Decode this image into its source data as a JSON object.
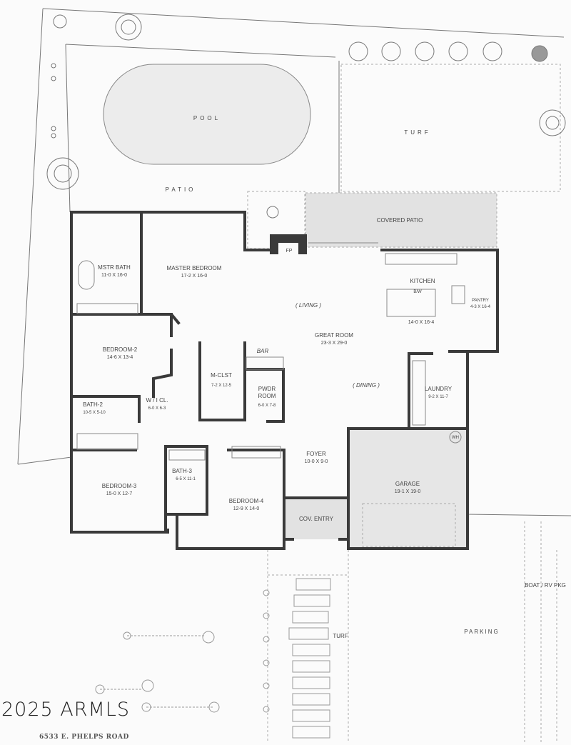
{
  "site": {
    "pool": "POOL",
    "turf_back": "TURF",
    "patio": "PATIO",
    "covered_patio": "COVERED PATIO",
    "turf_front": "TURF",
    "parking": "PARKING",
    "boat_rv": "BOAT / RV PKG"
  },
  "rooms": {
    "mstr_bath": {
      "name": "MSTR BATH",
      "dims": "11-0 X 16-0"
    },
    "master_bedroom": {
      "name": "MASTER BEDROOM",
      "dims": "17-2  X  16-0"
    },
    "bedroom2": {
      "name": "BEDROOM-2",
      "dims": "14-6  X  13-4"
    },
    "wic": {
      "name": "W / I CL.",
      "dims": "6-0 X 6-3"
    },
    "bath2": {
      "name": "BATH-2",
      "dims": "10-5 X 5-10"
    },
    "mclst": {
      "name": "M-CLST",
      "dims": "7-2 X 12-5"
    },
    "bar": "BAR",
    "pwdr": {
      "name1": "PWDR",
      "name2": "ROOM",
      "dims": "6-0 X 7-8"
    },
    "fp": "FP",
    "living": "( LIVING )",
    "dining": "( DINING )",
    "great_room": {
      "name": "GREAT ROOM",
      "dims": "23-3  X  29-0"
    },
    "kitchen": {
      "name": "KITCHEN",
      "dims": "14-0 X 16-4",
      "island": "B/W"
    },
    "pantry": {
      "name": "PANTRY",
      "dims": "4-3 X 16-4"
    },
    "laundry": {
      "name": "LAUNDRY",
      "dims": "9-2 X 11-7"
    },
    "wh": "WH",
    "foyer": {
      "name": "FOYER",
      "dims": "10-0 X 9-0"
    },
    "garage": {
      "name": "GARAGE",
      "dims": "19-1 X 19-0"
    },
    "bedroom3": {
      "name": "BEDROOM-3",
      "dims": "15-0  X  12-7"
    },
    "bath3": {
      "name": "BATH-3",
      "dims": "6-5 X 11-1"
    },
    "bedroom4": {
      "name": "BEDROOM-4",
      "dims": "12-9  X  14-0"
    },
    "cov_entry": "COV. ENTRY"
  },
  "watermark": "2025 ARMLS",
  "address": "6533 E. PHELPS ROAD",
  "colors": {
    "wall": "#3a3a3a",
    "shaded": "#e2e2e2",
    "background": "#fbfbfb"
  }
}
